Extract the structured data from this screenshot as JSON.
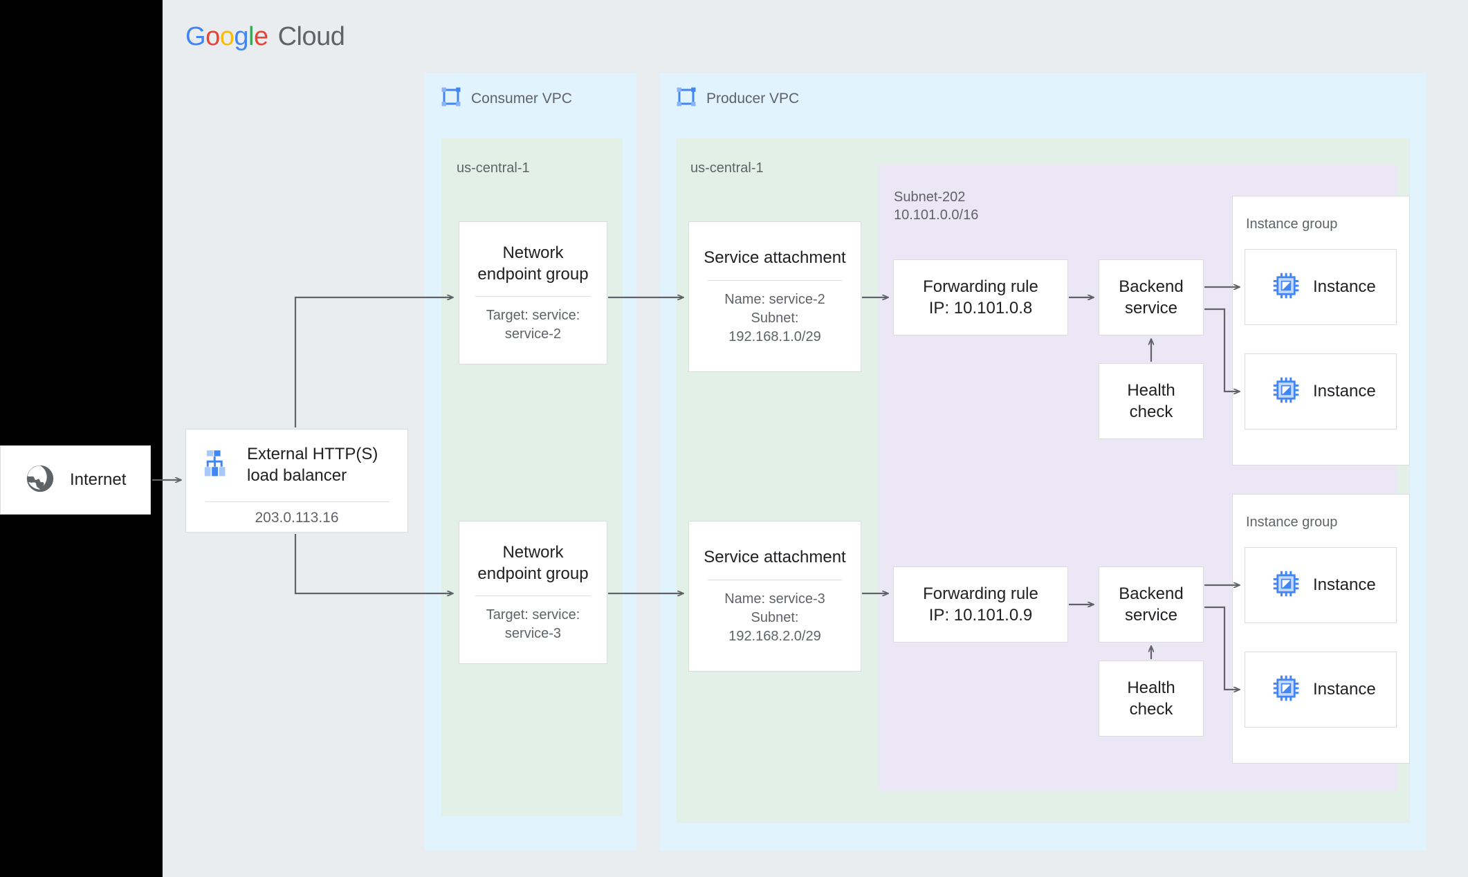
{
  "brand": {
    "google": [
      "G",
      "o",
      "o",
      "g",
      "l",
      "e"
    ],
    "cloud": "Cloud"
  },
  "internet": {
    "label": "Internet",
    "icon": "globe-icon"
  },
  "load_balancer": {
    "title_line1": "External HTTP(S)",
    "title_line2": "load balancer",
    "ip": "203.0.113.16",
    "icon": "load-balancer-icon"
  },
  "consumer_vpc": {
    "label": "Consumer VPC",
    "icon": "vpc-icon",
    "region": "us-central-1",
    "negs": [
      {
        "title_line1": "Network",
        "title_line2": "endpoint group",
        "sub_line1": "Target: service:",
        "sub_line2": "service-2"
      },
      {
        "title_line1": "Network",
        "title_line2": "endpoint group",
        "sub_line1": "Target: service:",
        "sub_line2": "service-3"
      }
    ]
  },
  "producer_vpc": {
    "label": "Producer VPC",
    "icon": "vpc-icon",
    "region": "us-central-1",
    "subnet": {
      "name": "Subnet-202",
      "cidr": "10.101.0.0/16"
    },
    "service_attachments": [
      {
        "title": "Service attachment",
        "sub_line1": "Name: service-2",
        "sub_line2": "Subnet:",
        "sub_line3": "192.168.1.0/29"
      },
      {
        "title": "Service attachment",
        "sub_line1": "Name: service-3",
        "sub_line2": "Subnet:",
        "sub_line3": "192.168.2.0/29"
      }
    ],
    "forwarding_rules": [
      {
        "line1": "Forwarding rule",
        "line2": "IP: 10.101.0.8"
      },
      {
        "line1": "Forwarding rule",
        "line2": "IP: 10.101.0.9"
      }
    ],
    "backend_services": [
      {
        "line1": "Backend",
        "line2": "service"
      },
      {
        "line1": "Backend",
        "line2": "service"
      }
    ],
    "health_checks": [
      {
        "line1": "Health",
        "line2": "check"
      },
      {
        "line1": "Health",
        "line2": "check"
      }
    ],
    "instance_groups": [
      {
        "label": "Instance group",
        "instances": [
          {
            "label": "Instance"
          },
          {
            "label": "Instance"
          }
        ]
      },
      {
        "label": "Instance group",
        "instances": [
          {
            "label": "Instance"
          },
          {
            "label": "Instance"
          }
        ]
      }
    ]
  },
  "colors": {
    "vpc_blue": "#e1f3fd",
    "region_green": "#e2f0e8",
    "subnet_purple": "#ece7f4",
    "panel_gray": "#eaedef",
    "card_border": "#dadce0",
    "text_primary": "#202124",
    "text_secondary": "#5f6368",
    "accent_blue": "#4285f4",
    "connector": "#5f6368"
  }
}
